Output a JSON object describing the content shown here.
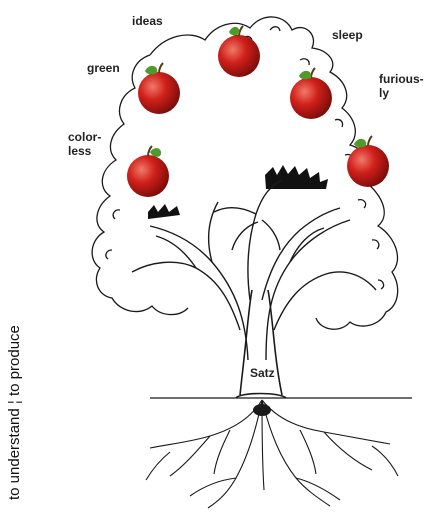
{
  "words": {
    "ideas": "ideas",
    "sleep": "sleep",
    "green": "green",
    "furiously": "furious-\nly",
    "colorless": "color-\nless",
    "root": "Satz"
  },
  "caption": {
    "left": "to understand",
    "separator": "¦",
    "right": "to produce"
  },
  "colors": {
    "apple": "#d0201a",
    "apple_highlight": "#f07a6a",
    "leaf": "#4e9a2a",
    "ink": "#1a1a1a"
  },
  "icons": {
    "apple": "apple-icon",
    "tree": "tree-drawing"
  }
}
